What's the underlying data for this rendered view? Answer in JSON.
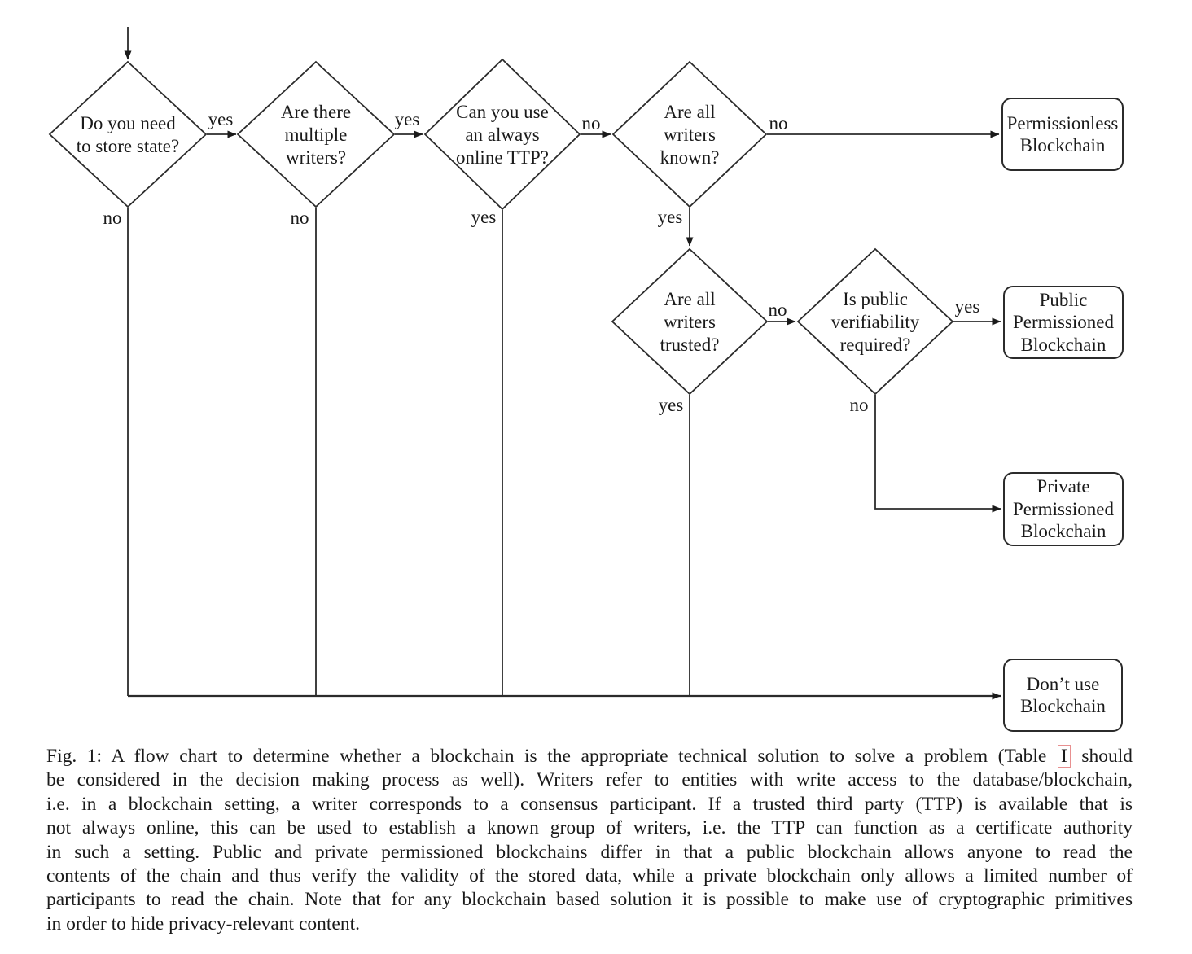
{
  "figure": {
    "decisions": [
      {
        "id": "store-state",
        "lines": [
          "Do you need",
          "to store state?"
        ]
      },
      {
        "id": "multiple-writers",
        "lines": [
          "Are there",
          "multiple",
          "writers?"
        ]
      },
      {
        "id": "always-online-ttp",
        "lines": [
          "Can you use",
          "an always",
          "online TTP?"
        ]
      },
      {
        "id": "writers-known",
        "lines": [
          "Are all",
          "writers",
          "known?"
        ]
      },
      {
        "id": "writers-trusted",
        "lines": [
          "Are all",
          "writers",
          "trusted?"
        ]
      },
      {
        "id": "public-verifiability",
        "lines": [
          "Is public",
          "verifiability",
          "required?"
        ]
      }
    ],
    "outcomes": [
      {
        "id": "permissionless-blockchain",
        "lines": [
          "Permissionless",
          "Blockchain"
        ]
      },
      {
        "id": "public-permissioned-blockchain",
        "lines": [
          "Public",
          "Permissioned",
          "Blockchain"
        ]
      },
      {
        "id": "private-permissioned-blockchain",
        "lines": [
          "Private",
          "Permissioned",
          "Blockchain"
        ]
      },
      {
        "id": "dont-use-blockchain",
        "lines": [
          "Don’t use",
          "Blockchain"
        ]
      }
    ],
    "labels": {
      "d1_yes": "yes",
      "d1_no": "no",
      "d2_yes": "yes",
      "d2_no": "no",
      "d3_no": "no",
      "d3_yes": "yes",
      "d4_no": "no",
      "d4_yes": "yes",
      "d5_no": "no",
      "d5_yes": "yes",
      "d6_yes": "yes",
      "d6_no": "no"
    }
  },
  "caption": {
    "line1": {
      "pre": "Fig. 1: A flow chart to determine whether a blockchain is the appropriate technical solution to solve a problem (Table",
      "ref": "I",
      "post": "should"
    },
    "rest": [
      "be considered in the decision making process as well). Writers refer to entities with write access to the database/blockchain,",
      "i.e. in a blockchain setting, a writer corresponds to a consensus participant. If a trusted third party (TTP) is available that is",
      "not always online, this can be used to establish a known group of writers, i.e. the TTP can function as a certificate authority",
      "in such a setting. Public and private permissioned blockchains differ in that a public blockchain allows anyone to read the",
      "contents of the chain and thus verify the validity of the stored data, while a private blockchain only allows a limited number of",
      "participants to read the chain. Note that for any blockchain based solution it is possible to make use of cryptographic primitives",
      "in order to hide privacy-relevant content."
    ]
  },
  "colors": {
    "diagram_line": "#2b2b2b",
    "table_ref_box": "#e89090"
  }
}
